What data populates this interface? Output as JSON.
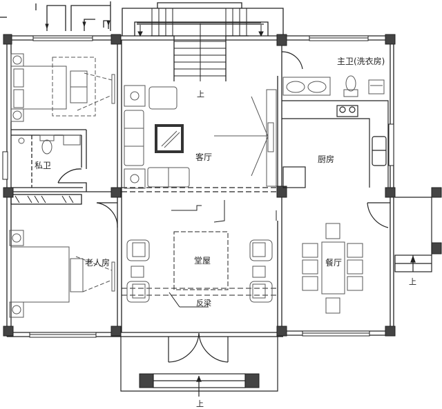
{
  "plan": {
    "colors": {
      "wall": "#222222",
      "column": "#444444",
      "furniture": "#555555",
      "background": "#ffffff"
    },
    "rooms": [
      {
        "id": "master_bath",
        "label": "主卫(洗衣房)"
      },
      {
        "id": "living_room",
        "label": "客厅"
      },
      {
        "id": "kitchen",
        "label": "厨房"
      },
      {
        "id": "private_bath",
        "label": "私卫"
      },
      {
        "id": "elder_room",
        "label": "老人房"
      },
      {
        "id": "main_hall",
        "label": "堂屋"
      },
      {
        "id": "dining_room",
        "label": "餐厅"
      }
    ],
    "annotations": {
      "beam": "反梁",
      "stairs_up_1": "上",
      "stairs_up_2": "上",
      "stairs_up_3": "上"
    }
  }
}
